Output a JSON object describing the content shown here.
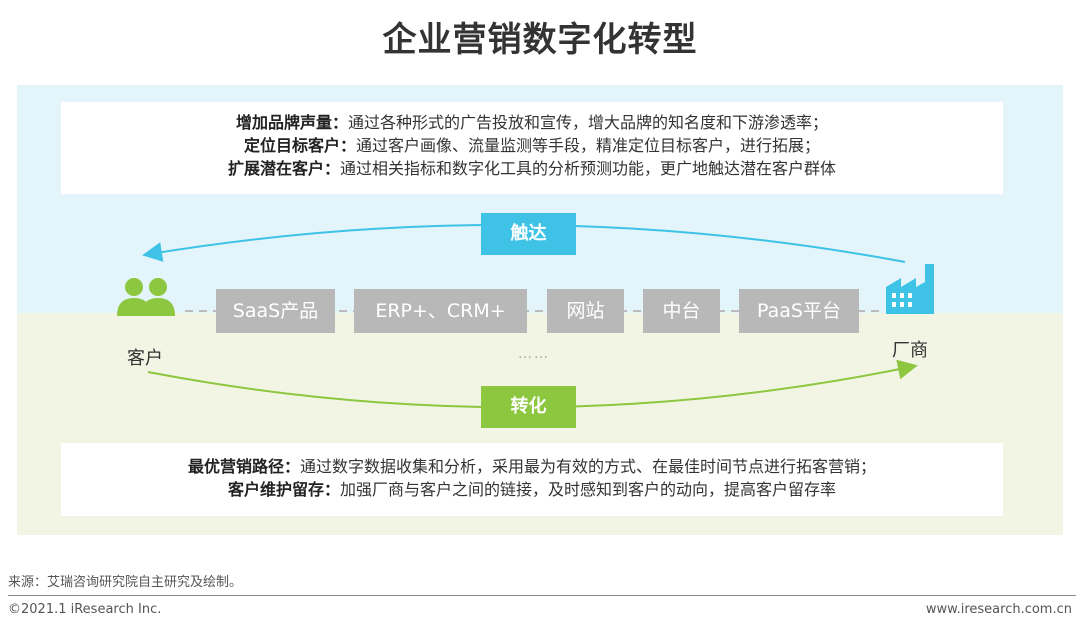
{
  "title": "企业营销数字化转型",
  "reach": {
    "tag": "触达",
    "items": [
      {
        "label": "增加品牌声量：",
        "text": "通过各种形式的广告投放和宣传，增大品牌的知名度和下游渗透率；"
      },
      {
        "label": "定位目标客户：",
        "text": "通过客户画像、流量监测等手段，精准定位目标客户，进行拓展；"
      },
      {
        "label": "扩展潜在客户：",
        "text": "通过相关指标和数字化工具的分析预测功能，更广地触达潜在客户群体"
      }
    ]
  },
  "conversion": {
    "tag": "转化",
    "items": [
      {
        "label": "最优营销路径：",
        "text": "通过数字数据收集和分析，采用最为有效的方式、在最佳时间节点进行拓客营销；"
      },
      {
        "label": "客户维护留存：",
        "text": "加强厂商与客户之间的链接，及时感知到客户的动向，提高客户留存率"
      }
    ]
  },
  "flow": {
    "left_node": "客户",
    "right_node": "厂商",
    "channels": [
      "SaaS产品",
      "ERP+、CRM+",
      "网站",
      "中台",
      "PaaS平台"
    ],
    "more": "……"
  },
  "colors": {
    "reach": "#3ec3e6",
    "conversion": "#8dc63f",
    "chip": "#b8b8b8"
  },
  "footer": {
    "source": "来源：艾瑞咨询研究院自主研究及绘制。",
    "copyright": "©2021.1 iResearch Inc.",
    "url": "www.iresearch.com.cn"
  }
}
